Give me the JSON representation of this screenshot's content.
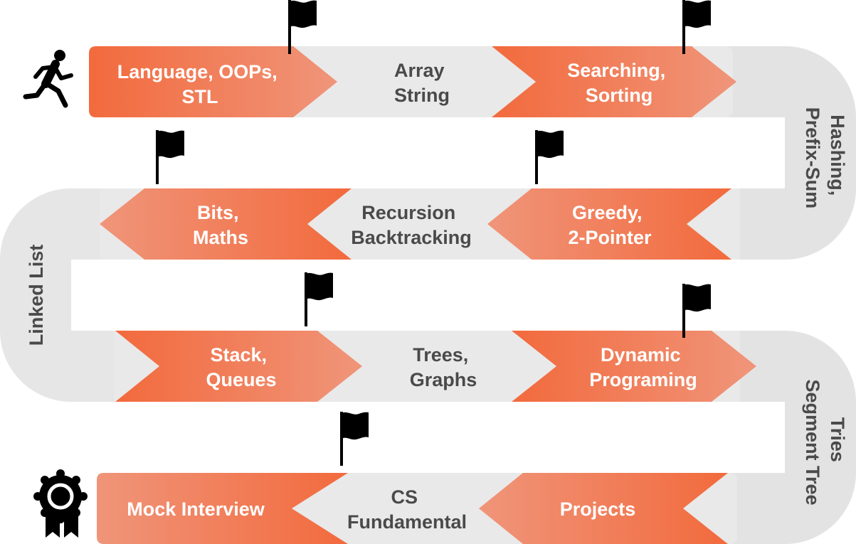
{
  "track": {
    "row1": {
      "step1": [
        "Language, OOPs,",
        "STL"
      ],
      "step2": [
        "Array",
        "String"
      ],
      "step3": [
        "Searching,",
        "Sorting"
      ]
    },
    "turn_right_1": [
      "Hashing,",
      "Prefix-Sum"
    ],
    "row2": {
      "step1": [
        "Greedy,",
        "2-Pointer"
      ],
      "step2": [
        "Recursion",
        "Backtracking"
      ],
      "step3": [
        "Bits,",
        "Maths"
      ]
    },
    "turn_left": "Linked List",
    "row3": {
      "step1": [
        "Stack,",
        "Queues"
      ],
      "step2": [
        "Trees,",
        "Graphs"
      ],
      "step3": [
        "Dynamic",
        "Programing"
      ]
    },
    "turn_right_2": [
      "Tries",
      "Segment Tree"
    ],
    "row4": {
      "step1": "Projects",
      "step2": [
        "CS",
        "Fundamental"
      ],
      "step3": "Mock Interview"
    }
  },
  "icons": {
    "start": "running-person-icon",
    "finish": "award-badge-icon",
    "milestone": "flag-icon"
  },
  "colors": {
    "accent": "#f26a3d",
    "accent_light": "#f08d6e",
    "track": "#e9e9e9",
    "track_curve": "#e3e3e3",
    "text_dark": "#4a4a4a"
  }
}
